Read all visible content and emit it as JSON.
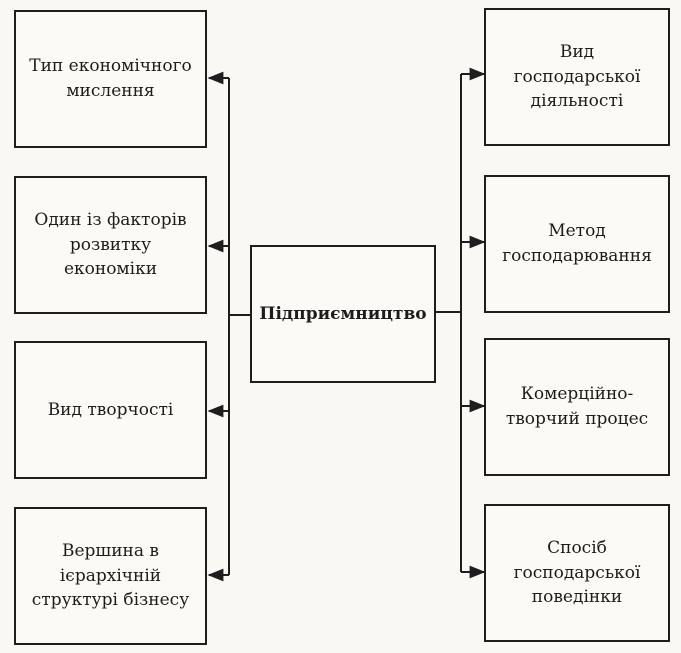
{
  "center": {
    "label": "Підприємництво"
  },
  "left_boxes": [
    {
      "label": "Тип економічного\nмислення"
    },
    {
      "label": "Один із факторів\nрозвитку\nекономіки"
    },
    {
      "label": "Вид творчості"
    },
    {
      "label": "Вершина в\nієрархічній\nструктурі бізнесу"
    }
  ],
  "right_boxes": [
    {
      "label": "Вид\nгосподарської\nдіяльності"
    },
    {
      "label": "Метод\nгосподарювання"
    },
    {
      "label": "Комерційно-\nтворчий процес"
    },
    {
      "label": "Спосіб\nгосподарської\nповедінки"
    }
  ]
}
